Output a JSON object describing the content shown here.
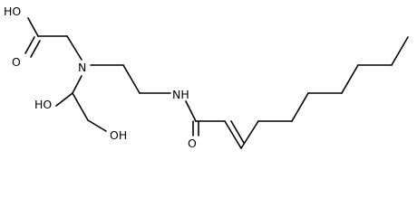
{
  "molecule": {
    "labels": {
      "carboxyl_oh": "HO",
      "carbonyl_o": "O",
      "amine_n": "N",
      "hydroxyl_1": "HO",
      "hydroxyl_2": "OH",
      "amide_nh": "NH",
      "amide_o": "O"
    },
    "colors": {
      "bond": "#000000",
      "text": "#000000",
      "background": "#ffffff"
    }
  }
}
